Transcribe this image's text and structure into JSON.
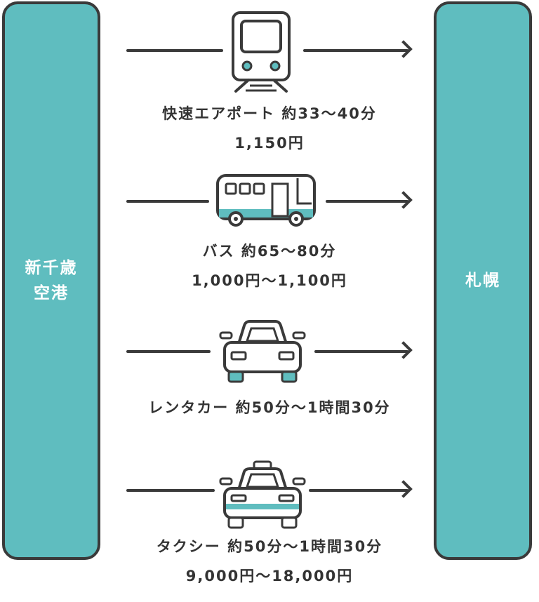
{
  "colors": {
    "teal": "#5fbdbf",
    "ink": "#3a3a3a"
  },
  "origin": {
    "label": "新千歳\n空港"
  },
  "destination": {
    "label": "札幌"
  },
  "routes": [
    {
      "icon": "train-icon",
      "line1": "快速エアポート 約33〜40分",
      "line2": "1,150円"
    },
    {
      "icon": "bus-icon",
      "line1": "バス 約65〜80分",
      "line2": "1,000円〜1,100円"
    },
    {
      "icon": "car-icon",
      "line1": "レンタカー 約50分〜1時間30分"
    },
    {
      "icon": "taxi-icon",
      "line1": "タクシー 約50分〜1時間30分",
      "line2": "9,000円〜18,000円"
    }
  ]
}
